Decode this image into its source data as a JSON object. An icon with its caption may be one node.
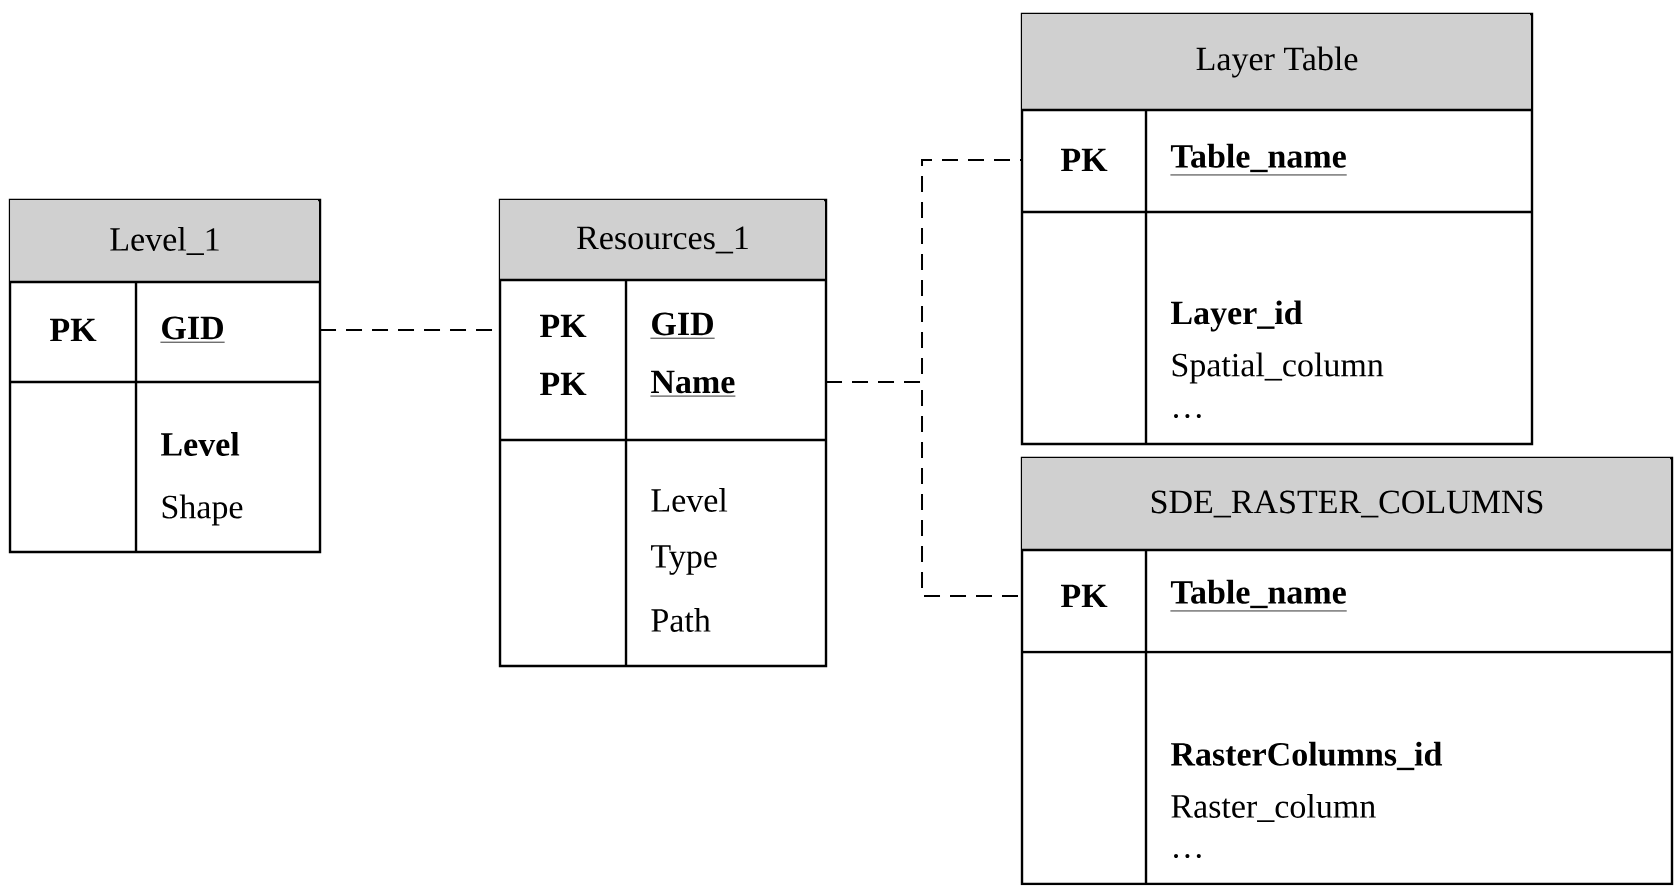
{
  "diagram": {
    "nodes": [
      {
        "text": [
          "Level_1",
          "PK",
          "GID",
          "Level",
          "Shape"
        ]
      },
      {
        "text": [
          "Resources_1",
          "PK",
          "PK",
          "GID",
          "Name",
          "Level",
          "Type",
          "Path"
        ]
      },
      {
        "text": [
          "Layer Table",
          "PK",
          "Table_name",
          "Layer_id",
          "Spatial_column",
          "…"
        ]
      },
      {
        "text": [
          "SDE_RASTER_COLUMNS",
          "PK",
          "Table_name",
          "RasterColumns_id",
          "Raster_column",
          "…"
        ]
      }
    ],
    "edges": [
      {
        "from": 0,
        "to": 1,
        "arrow": "none",
        "style": "dashed"
      },
      {
        "from": 1,
        "to": 2,
        "arrow": "none",
        "style": "dashed"
      },
      {
        "from": 1,
        "to": 3,
        "arrow": "none",
        "style": "dashed"
      }
    ]
  }
}
